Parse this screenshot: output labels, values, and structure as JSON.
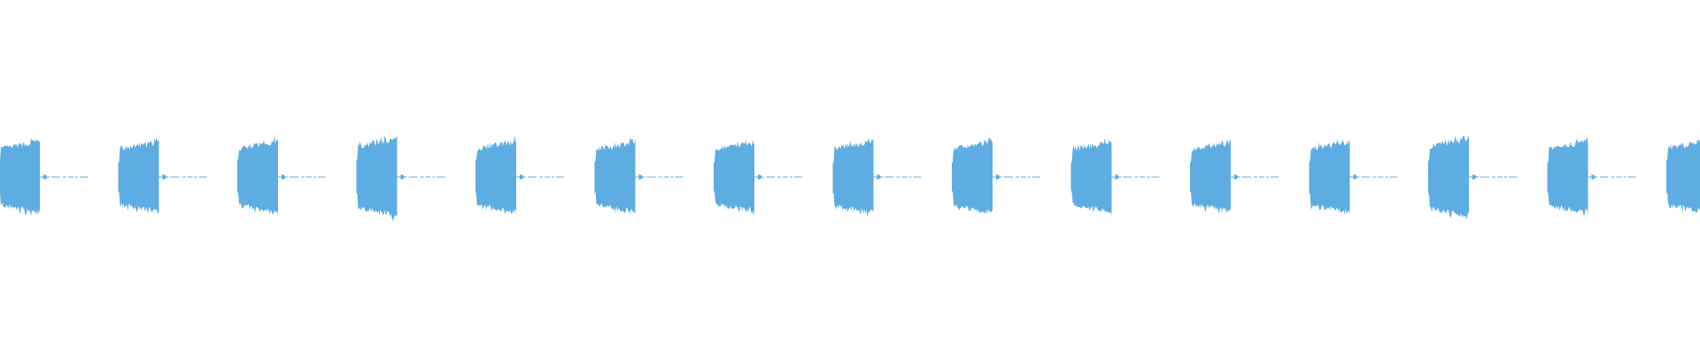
{
  "waveform": {
    "color": "#5dade2",
    "background": "#ffffff",
    "burst_count": 15,
    "seed": 7,
    "bursts": [
      {
        "index": 0,
        "peak": 0.92
      },
      {
        "index": 1,
        "peak": 0.9
      },
      {
        "index": 2,
        "peak": 0.93
      },
      {
        "index": 3,
        "peak": 1.0
      },
      {
        "index": 4,
        "peak": 0.93
      },
      {
        "index": 5,
        "peak": 0.91
      },
      {
        "index": 6,
        "peak": 0.89
      },
      {
        "index": 7,
        "peak": 0.93
      },
      {
        "index": 8,
        "peak": 0.92
      },
      {
        "index": 9,
        "peak": 0.9
      },
      {
        "index": 10,
        "peak": 0.9
      },
      {
        "index": 11,
        "peak": 0.92
      },
      {
        "index": 12,
        "peak": 1.0
      },
      {
        "index": 13,
        "peak": 0.93
      },
      {
        "index": 14,
        "peak": 0.93
      }
    ],
    "silence_level": 0.04
  }
}
